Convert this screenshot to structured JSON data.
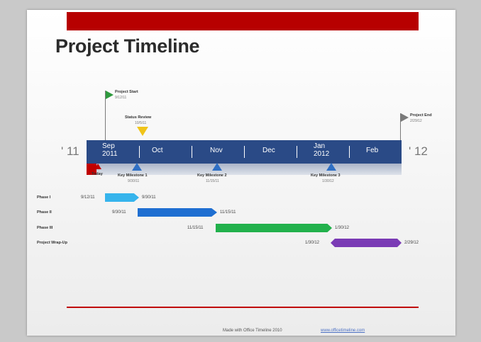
{
  "title": "Project Timeline",
  "years": {
    "start": "' 11",
    "end": "' 12"
  },
  "months": [
    {
      "line1": "Sep",
      "line2": "2011"
    },
    {
      "line1": "Oct",
      "line2": ""
    },
    {
      "line1": "Nov",
      "line2": ""
    },
    {
      "line1": "Dec",
      "line2": ""
    },
    {
      "line1": "Jan",
      "line2": "2012"
    },
    {
      "line1": "Feb",
      "line2": ""
    }
  ],
  "events": {
    "project_start": {
      "label": "Project Start",
      "date": "9/12/11"
    },
    "status_review": {
      "label": "Status Review",
      "date": "10/5/11"
    },
    "project_end": {
      "label": "Project End",
      "date": "2/29/12"
    },
    "today": {
      "label": "Today"
    }
  },
  "milestones": [
    {
      "label": "Key Milestone 1",
      "date": "9/30/11"
    },
    {
      "label": "Key Milestone 2",
      "date": "11/15/11"
    },
    {
      "label": "Key Milestone 3",
      "date": "1/30/12"
    }
  ],
  "phases": [
    {
      "name": "Phase I",
      "start": "9/12/11",
      "end": "9/30/11",
      "color": "#36b4ec"
    },
    {
      "name": "Phase II",
      "start": "9/30/11",
      "end": "11/15/11",
      "color": "#1f6fd1"
    },
    {
      "name": "Phase III",
      "start": "11/15/11",
      "end": "1/30/12",
      "color": "#22b14c"
    },
    {
      "name": "Project Wrap-Up",
      "start": "1/30/12",
      "end": "2/29/12",
      "color": "#7a3bb5"
    }
  ],
  "colors": {
    "header_bar": "#b70000",
    "timeline_band": "#2a4a86",
    "milestone": "#2f6fc4",
    "today": "#c00000",
    "footer_line": "#c00000"
  },
  "footer": {
    "made_with": "Made with  Office Timeline 2010",
    "url": "www.officetimeline.com"
  }
}
